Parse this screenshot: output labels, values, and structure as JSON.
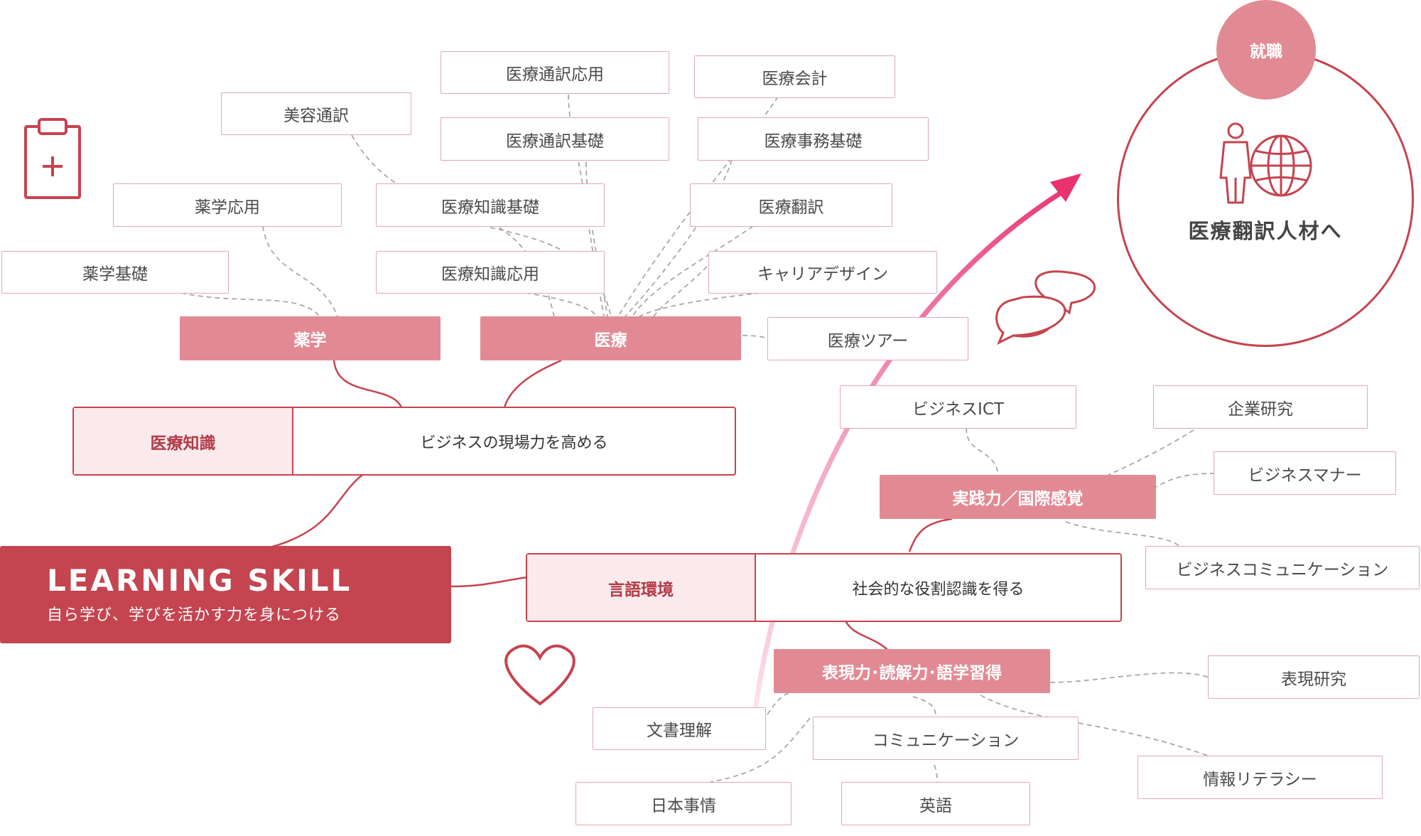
{
  "root": {
    "title": "LEARNING SKILL",
    "subtitle": "自ら学び、学びを活かす力を身につける"
  },
  "branches": {
    "top": {
      "label": "医療知識",
      "desc": "ビジネスの現場力を高める"
    },
    "bottom": {
      "label": "言語環境",
      "desc": "社会的な役割認識を得る"
    }
  },
  "categories": {
    "pharmacy": "薬学",
    "medical": "医療",
    "practice": "実践力／国際感覚",
    "expression": "表現力･読解力･語学習得"
  },
  "items": {
    "yakugaku_kiso": "薬学基礎",
    "yakugaku_ouyou": "薬学応用",
    "biyou_tsuyaku": "美容通訳",
    "iryou_tsuyaku_ouyou": "医療通訳応用",
    "iryou_tsuyaku_kiso": "医療通訳基礎",
    "iryou_chishiki_kiso": "医療知識基礎",
    "iryou_chishiki_ouyou": "医療知識応用",
    "iryou_kaikei": "医療会計",
    "iryou_jimu_kiso": "医療事務基礎",
    "iryou_honyaku": "医療翻訳",
    "career_design": "キャリアデザイン",
    "iryou_tour": "医療ツアー",
    "business_ict": "ビジネスICT",
    "kigyou_kenkyu": "企業研究",
    "business_manner": "ビジネスマナー",
    "business_comm": "ビジネスコミュニケーション",
    "hyougen_kenkyu": "表現研究",
    "bunsho_rikai": "文書理解",
    "communication": "コミュニケーション",
    "nihon_jijou": "日本事情",
    "eigo": "英語",
    "jouhou_literacy": "情報リテラシー"
  },
  "goal": {
    "badge": "就職",
    "label": "医療翻訳人材へ"
  },
  "icons": [
    "clipboard-plus-icon",
    "speech-bubbles-icon",
    "heart-icon",
    "person-globe-icon",
    "arrow-icon"
  ],
  "colors": {
    "accent": "#c4444f",
    "category": "#e28a93",
    "border": "#e2a9ae",
    "arrow": "#e8336f"
  }
}
